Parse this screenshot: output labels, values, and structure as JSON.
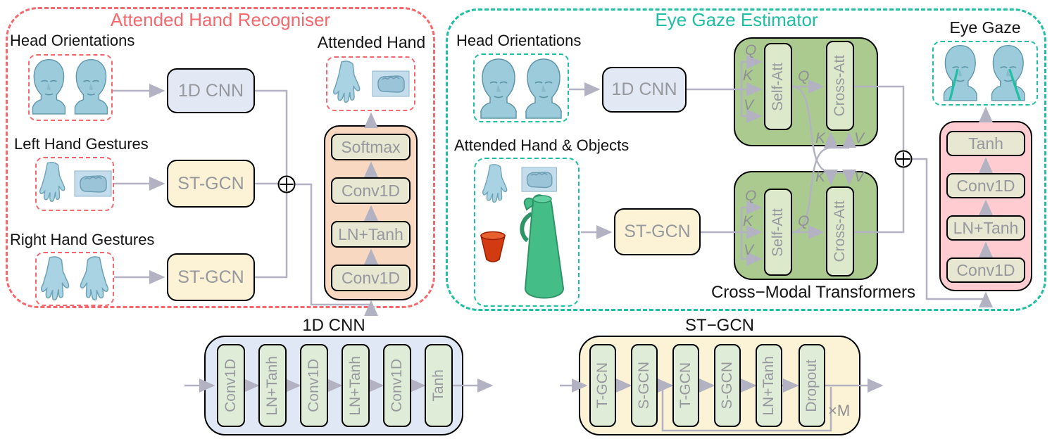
{
  "recogniser": {
    "title": "Attended Hand Recogniser",
    "input_head_label": "Head Orientations",
    "input_left_label": "Left Hand Gestures",
    "input_right_label": "Right Hand Gestures",
    "cnn_label": "1D CNN",
    "stgcn_label": "ST-GCN",
    "output_label": "Attended Hand",
    "stack": [
      "Softmax",
      "Conv1D",
      "LN+Tanh",
      "Conv1D"
    ]
  },
  "estimator": {
    "title": "Eye Gaze Estimator",
    "input_head_label": "Head Orientations",
    "input_objects_label": "Attended Hand & Objects",
    "cnn_label": "1D CNN",
    "stgcn_label": "ST-GCN",
    "self_att_label": "Self-Att",
    "cross_att_label": "Cross-Att",
    "q": "Q",
    "k": "K",
    "v": "V",
    "transformers_caption": "Cross−Modal Transformers",
    "output_label": "Eye Gaze",
    "stack": [
      "Tanh",
      "Conv1D",
      "LN+Tanh",
      "Conv1D"
    ]
  },
  "cnn_detail": {
    "title": "1D CNN",
    "layers": [
      "Conv1D",
      "LN+Tanh",
      "Conv1D",
      "LN+Tanh",
      "Conv1D",
      "Tanh"
    ]
  },
  "stgcn_detail": {
    "title": "ST−GCN",
    "layers": [
      "T-GCN",
      "S-GCN",
      "T-GCN",
      "S-GCN",
      "LN+Tanh",
      "Dropout"
    ],
    "repeat_label": "×M"
  },
  "colors": {
    "red_accent": "#F5696E",
    "teal_accent": "#1FBFA4",
    "connector_gray": "#B2B2C2",
    "block_text_gray": "#97989D",
    "transformer_green": "#ABCA8F",
    "attention_light_green": "#DCEACB",
    "stgcn_cream": "#FCF3D6",
    "cnn_blue": "#E2E9F5",
    "recogniser_head_peach": "#F8D8C0",
    "estimator_head_pink": "#FFCDD1",
    "layer_khaki": "#E7E7D2"
  }
}
